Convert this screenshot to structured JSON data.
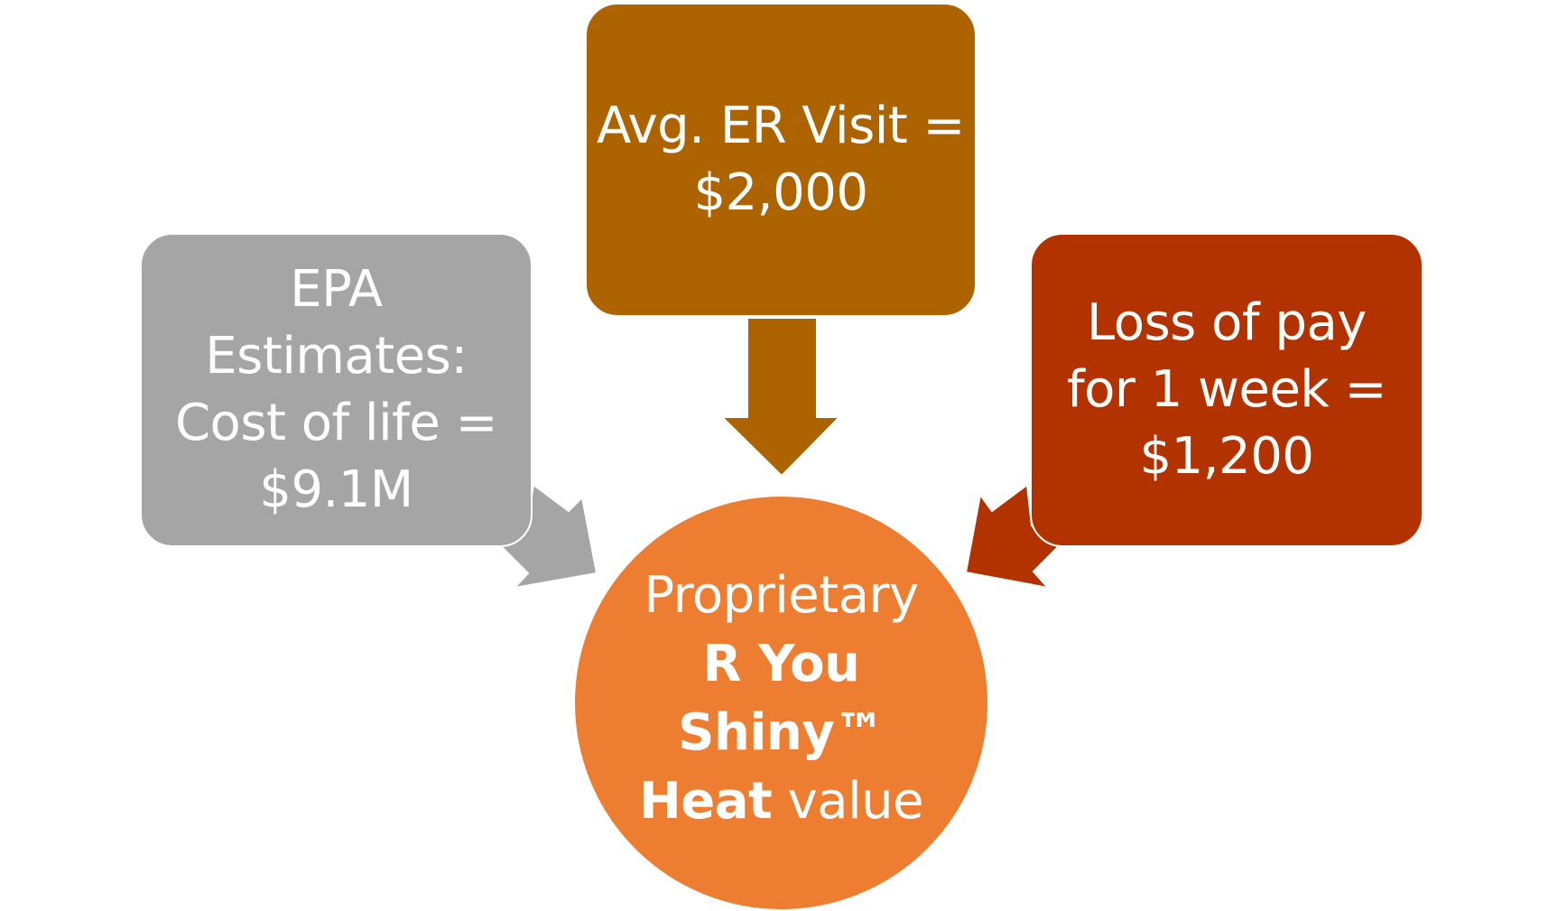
{
  "diagram": {
    "left_box": {
      "lines": [
        "EPA",
        "Estimates:",
        "Cost of life =",
        "$9.1M"
      ]
    },
    "top_box": {
      "lines": [
        "Avg. ER Visit =",
        "$2,000"
      ]
    },
    "right_box": {
      "lines": [
        "Loss of pay",
        "for 1 week =",
        "$1,200"
      ]
    },
    "center_circle": {
      "line1": "Proprietary",
      "line2": "R You",
      "line3": "Shiny™",
      "line4_bold": "Heat",
      "line4_rest": " value"
    },
    "colors": {
      "left": "#a5a5a5",
      "top": "#ad6300",
      "right": "#b33300",
      "center": "#ed7d31"
    }
  }
}
